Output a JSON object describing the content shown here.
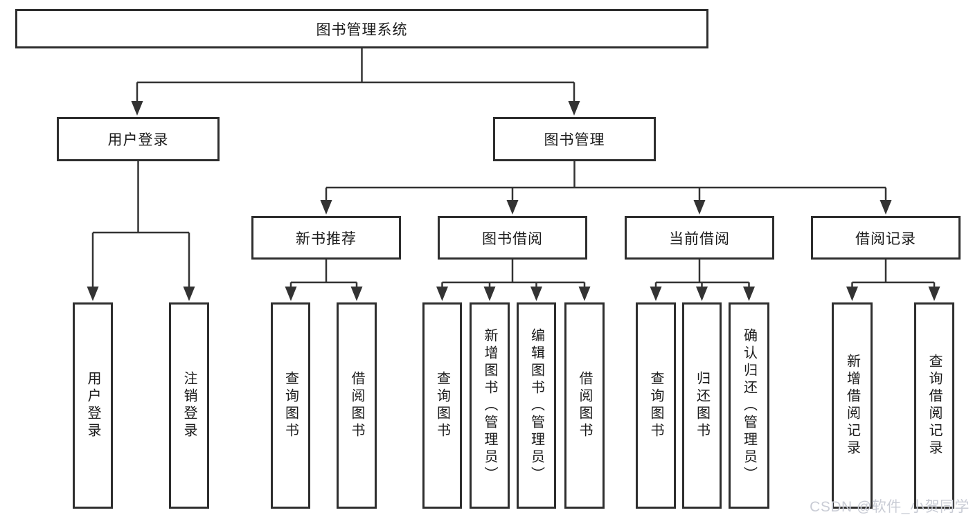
{
  "diagram": {
    "type": "hierarchy-function-structure",
    "levels": 4
  },
  "colors": {
    "background": "#ffffff",
    "box_fill": "#ffffff",
    "box_border": "#2e2e2e",
    "line": "#333333",
    "text": "#1b1b1b",
    "watermark": "#c9ccd5"
  },
  "tree": {
    "label": "图书管理系统",
    "children": [
      {
        "label": "用户登录",
        "children": [
          {
            "label": "用户登录"
          },
          {
            "label": "注销登录"
          }
        ]
      },
      {
        "label": "图书管理",
        "children": [
          {
            "label": "新书推荐",
            "children": [
              {
                "label": "查询图书"
              },
              {
                "label": "借阅图书"
              }
            ]
          },
          {
            "label": "图书借阅",
            "children": [
              {
                "label": "查询图书"
              },
              {
                "label": "新增图书（管理员）"
              },
              {
                "label": "编辑图书（管理员）"
              },
              {
                "label": "借阅图书"
              }
            ]
          },
          {
            "label": "当前借阅",
            "children": [
              {
                "label": "查询图书"
              },
              {
                "label": "归还图书"
              },
              {
                "label": "确认归还（管理员）"
              }
            ]
          },
          {
            "label": "借阅记录",
            "children": [
              {
                "label": "新增借阅记录"
              },
              {
                "label": "查询借阅记录"
              }
            ]
          }
        ]
      }
    ]
  },
  "watermark": {
    "text": "CSDN @软件_小贺同学"
  }
}
